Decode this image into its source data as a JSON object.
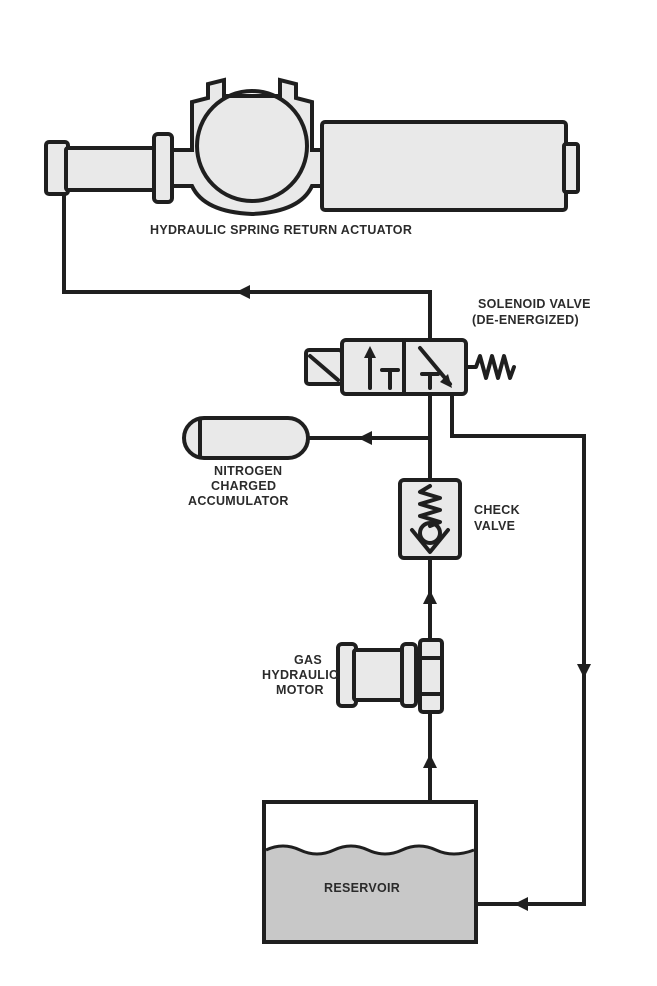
{
  "labels": {
    "actuator": "HYDRAULIC SPRING RETURN ACTUATOR",
    "solenoid_line1": "SOLENOID VALVE",
    "solenoid_line2": "(DE-ENERGIZED)",
    "accumulator_line1": "NITROGEN",
    "accumulator_line2": "CHARGED",
    "accumulator_line3": "ACCUMULATOR",
    "check_line1": "CHECK",
    "check_line2": "VALVE",
    "motor_line1": "GAS",
    "motor_line2": "HYDRAULIC",
    "motor_line3": "MOTOR",
    "reservoir": "RESERVOIR"
  },
  "colors": {
    "line": "#1f1f1f",
    "component_fill": "#e9e9e9",
    "fluid_fill": "#c8c8c8"
  }
}
